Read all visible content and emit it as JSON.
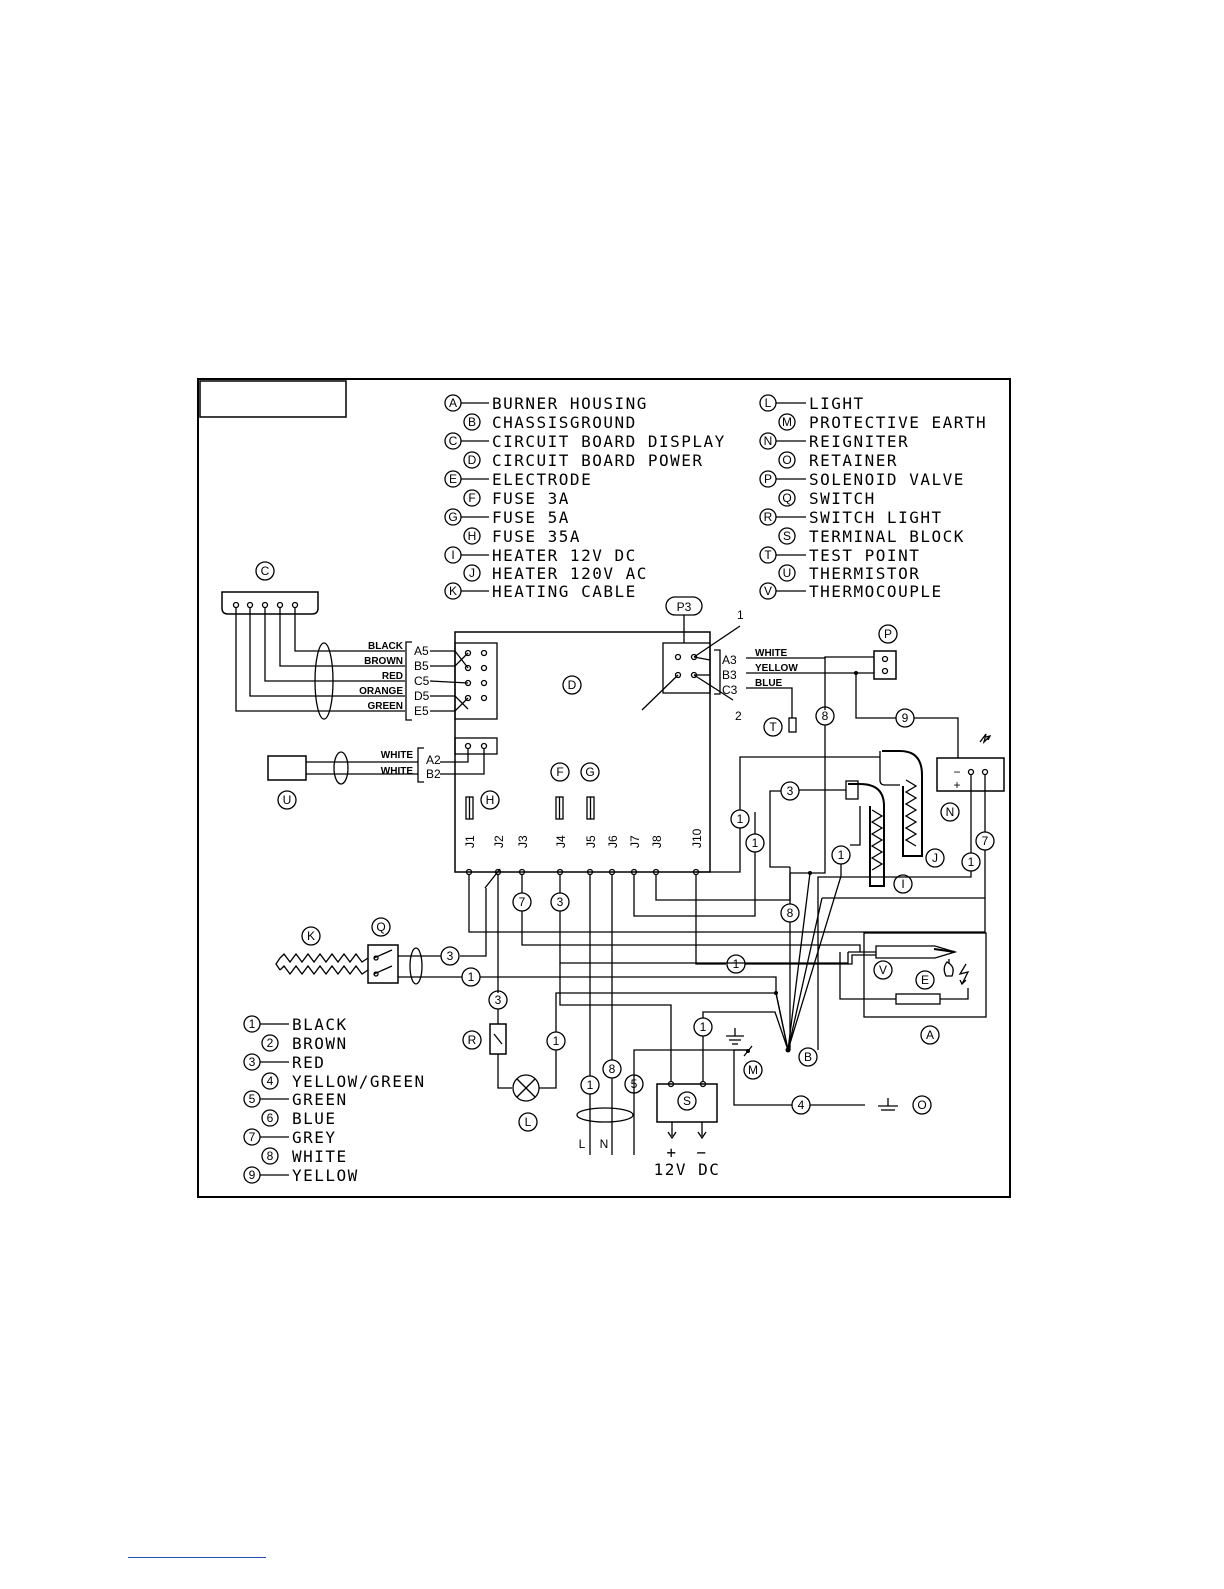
{
  "legend_components": [
    {
      "key": "A",
      "text": "BURNER HOUSING"
    },
    {
      "key": "B",
      "text": "CHASSISGROUND"
    },
    {
      "key": "C",
      "text": "CIRCUIT BOARD DISPLAY"
    },
    {
      "key": "D",
      "text": "CIRCUIT BOARD POWER"
    },
    {
      "key": "E",
      "text": "ELECTRODE"
    },
    {
      "key": "F",
      "text": "FUSE 3A"
    },
    {
      "key": "G",
      "text": "FUSE 5A"
    },
    {
      "key": "H",
      "text": "FUSE 35A"
    },
    {
      "key": "I",
      "text": "HEATER 12V DC"
    },
    {
      "key": "J",
      "text": "HEATER 120V AC"
    },
    {
      "key": "K",
      "text": "HEATING CABLE"
    },
    {
      "key": "L",
      "text": "LIGHT"
    },
    {
      "key": "M",
      "text": "PROTECTIVE EARTH"
    },
    {
      "key": "N",
      "text": "REIGNITER"
    },
    {
      "key": "O",
      "text": "RETAINER"
    },
    {
      "key": "P",
      "text": "SOLENOID VALVE"
    },
    {
      "key": "Q",
      "text": "SWITCH"
    },
    {
      "key": "R",
      "text": "SWITCH LIGHT"
    },
    {
      "key": "S",
      "text": "TERMINAL BLOCK"
    },
    {
      "key": "T",
      "text": "TEST POINT"
    },
    {
      "key": "U",
      "text": "THERMISTOR"
    },
    {
      "key": "V",
      "text": "THERMOCOUPLE"
    }
  ],
  "legend_wires": [
    {
      "key": "1",
      "text": "BLACK"
    },
    {
      "key": "2",
      "text": "BROWN"
    },
    {
      "key": "3",
      "text": "RED"
    },
    {
      "key": "4",
      "text": "YELLOW/GREEN"
    },
    {
      "key": "5",
      "text": "GREEN"
    },
    {
      "key": "6",
      "text": "BLUE"
    },
    {
      "key": "7",
      "text": "GREY"
    },
    {
      "key": "8",
      "text": "WHITE"
    },
    {
      "key": "9",
      "text": "YELLOW"
    }
  ],
  "display_wires": [
    {
      "color": "BLACK",
      "pin": "A5"
    },
    {
      "color": "BROWN",
      "pin": "B5"
    },
    {
      "color": "RED",
      "pin": "C5"
    },
    {
      "color": "ORANGE",
      "pin": "D5"
    },
    {
      "color": "GREEN",
      "pin": "E5"
    }
  ],
  "thermistor_wires": [
    {
      "color": "WHITE",
      "pin": "A2"
    },
    {
      "color": "WHITE",
      "pin": "B2"
    }
  ],
  "p3_wires": [
    {
      "color": "WHITE",
      "pin": "A3"
    },
    {
      "color": "YELLOW",
      "pin": "B3"
    },
    {
      "color": "BLUE",
      "pin": "C3"
    }
  ],
  "p3_label": "P3",
  "p3_pin_top": "1",
  "p3_pin_bottom": "2",
  "board_pins": [
    "J1",
    "J2",
    "J3",
    "J4",
    "J5",
    "J6",
    "J7",
    "J8",
    "J10"
  ],
  "bottom_labels": {
    "live": "L",
    "neutral": "N",
    "plus": "+",
    "minus": "−",
    "voltage": "12V DC"
  },
  "reigniter_signs": {
    "minus": "−",
    "plus": "+"
  }
}
